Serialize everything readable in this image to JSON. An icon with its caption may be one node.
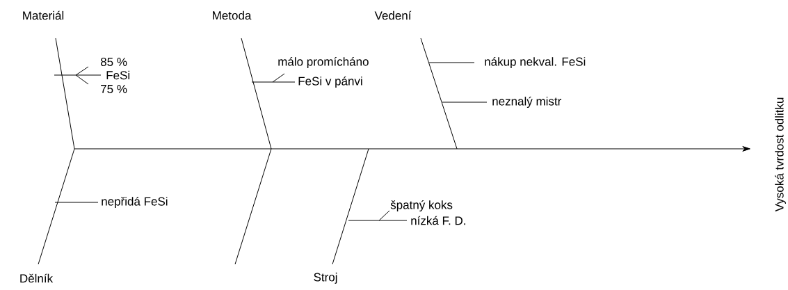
{
  "diagram": {
    "nodes": [
      {
        "text": [
          "Materiál"
        ]
      },
      {
        "text": [
          "Metoda"
        ]
      },
      {
        "text": [
          "Vedení"
        ]
      },
      {
        "text": [
          "Dělník"
        ]
      },
      {
        "text": [
          "Stroj"
        ]
      },
      {
        "text": [
          "Vysoká tvrdost odlitku"
        ]
      },
      {
        "text": [
          "85 %"
        ]
      },
      {
        "text": [
          "FeSi"
        ]
      },
      {
        "text": [
          "75 %"
        ]
      },
      {
        "text": [
          "málo promícháno"
        ]
      },
      {
        "text": [
          "FeSi v pánvi"
        ]
      },
      {
        "text": [
          "nákup nekval. FeSi"
        ]
      },
      {
        "text": [
          "neznalý mistr"
        ]
      },
      {
        "text": [
          "nepřidá FeSi"
        ]
      },
      {
        "text": [
          "špatný koks"
        ]
      },
      {
        "text": [
          "nízká F. D."
        ]
      }
    ],
    "edges": [
      {
        "from": null,
        "to": 5,
        "arrow": "to"
      },
      {
        "from": 0,
        "to": null,
        "arrow": "none"
      },
      {
        "from": 1,
        "to": null,
        "arrow": "none"
      },
      {
        "from": 2,
        "to": null,
        "arrow": "none"
      },
      {
        "from": 3,
        "to": null,
        "arrow": "none"
      },
      {
        "from": 4,
        "to": null,
        "arrow": "none"
      },
      {
        "from": null,
        "to": 7,
        "arrow": "none"
      },
      {
        "from": 6,
        "to": null,
        "arrow": "none"
      },
      {
        "from": 8,
        "to": null,
        "arrow": "none"
      },
      {
        "from": null,
        "to": 10,
        "arrow": "none"
      },
      {
        "from": 9,
        "to": null,
        "arrow": "none"
      },
      {
        "from": null,
        "to": 11,
        "arrow": "none"
      },
      {
        "from": null,
        "to": 12,
        "arrow": "none"
      },
      {
        "from": null,
        "to": 13,
        "arrow": "none"
      },
      {
        "from": null,
        "to": 15,
        "arrow": "none"
      },
      {
        "from": 14,
        "to": null,
        "arrow": "none"
      }
    ]
  }
}
